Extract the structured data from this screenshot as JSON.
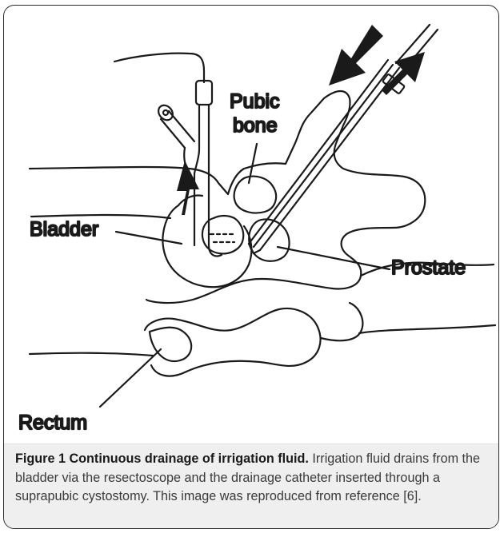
{
  "figure": {
    "labels": {
      "pubic_bone_line1": "Pubic",
      "pubic_bone_line2": "bone",
      "bladder": "Bladder",
      "prostate": "Prostate",
      "rectum": "Rectum"
    },
    "caption": {
      "lead": "Figure 1 Continuous drainage of irrigation fluid.",
      "body": "Irrigation fluid drains from the bladder via the resectoscope and the drainage catheter inserted through a suprapubic cystostomy. This image was reproduced from reference [6]."
    }
  },
  "colors": {
    "line": "#1a1a1a",
    "arrow": "#1a1a1a",
    "caption_bg": "#efefef",
    "frame": "#2a2a2a"
  }
}
